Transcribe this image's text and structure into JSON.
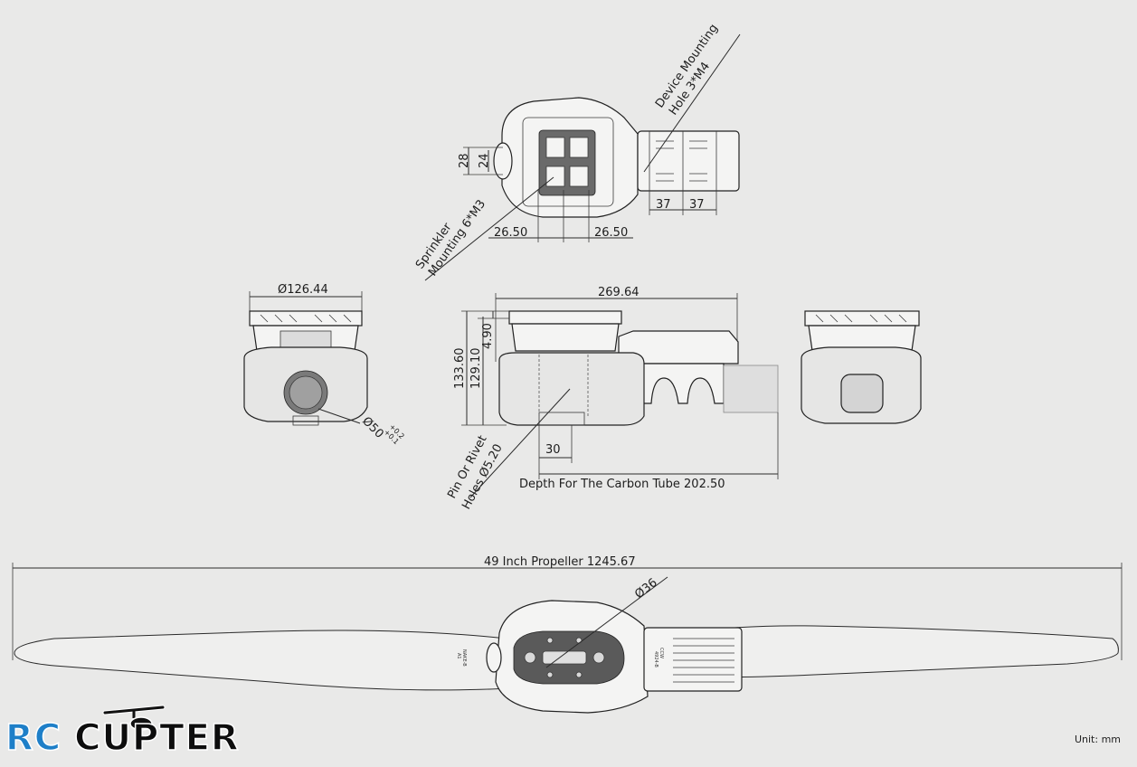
{
  "labels": {
    "device_mounting": "Device Mounting",
    "device_hole": "Hole 3*M4",
    "sprinkler": "Sprinkler",
    "sprinkler_mount": "Mounting 6*M3",
    "d28": "28",
    "d24": "24",
    "d26a": "26.50",
    "d26b": "26.50",
    "d37a": "37",
    "d37b": "37",
    "dia126": "Ø126.44",
    "dia50": "Ø50",
    "tol_plus": "+0.2",
    "tol_minus": "+0.1",
    "len269": "269.64",
    "h490": "4.90",
    "h13360": "133.60",
    "h12910": "129.10",
    "pin1": "Pin Or Rivet",
    "pin2": "Holes Ø5.20",
    "d30": "30",
    "carbon_depth": "Depth For The Carbon Tube 202.50",
    "propeller": "49 Inch Propeller 1245.67",
    "dia36": "Ø36",
    "unit": "Unit: mm"
  },
  "logo": {
    "rc": "RC",
    "copter": "CUPTER",
    "rc_color": "#1e7fc8",
    "copter_color": "#0d0d0d"
  }
}
